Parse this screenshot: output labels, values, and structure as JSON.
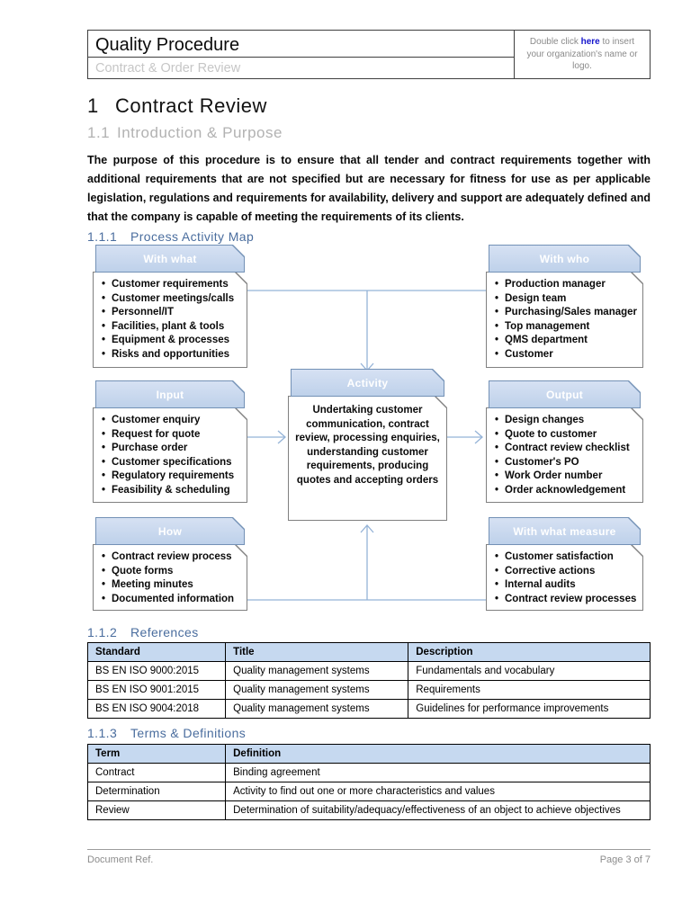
{
  "header": {
    "title": "Quality Procedure",
    "subtitle": "Contract & Order Review",
    "logo_hint_prefix": "Double click ",
    "logo_hint_link": "here",
    "logo_hint_suffix": " to insert your organization's name or logo."
  },
  "headings": {
    "h1_number": "1",
    "h1_text": "Contract Review",
    "h2_number": "1.1",
    "h2_text": "Introduction & Purpose",
    "map_number": "1.1.1",
    "map_text": "Process Activity Map",
    "refs_number": "1.1.2",
    "refs_text": "References",
    "terms_number": "1.1.3",
    "terms_text": "Terms & Definitions"
  },
  "intro_paragraph": "The purpose of this procedure is to ensure that all tender and contract requirements together with additional requirements that are not specified but are necessary for fitness for use as per applicable legislation, regulations and requirements for availability, delivery and support are adequately defined and that the company is capable of meeting the requirements of its clients.",
  "diagram": {
    "boxes": [
      {
        "title": "With what",
        "items": [
          "Customer requirements",
          "Customer meetings/calls",
          "Personnel/IT",
          "Facilities, plant & tools",
          "Equipment & processes",
          "Risks and opportunities"
        ]
      },
      {
        "title": "With who",
        "items": [
          "Production manager",
          "Design team",
          "Purchasing/Sales manager",
          "Top management",
          "QMS department",
          "Customer"
        ]
      },
      {
        "title": "Input",
        "items": [
          "Customer enquiry",
          "Request for quote",
          "Purchase order",
          "Customer specifications",
          "Regulatory requirements",
          "Feasibility & scheduling"
        ]
      },
      {
        "title": "Activity",
        "text": "Undertaking customer communication, contract review, processing enquiries, understanding customer requirements, producing quotes and accepting orders"
      },
      {
        "title": "Output",
        "items": [
          "Design changes",
          "Quote to customer",
          "Contract review checklist",
          "Customer's PO",
          "Work Order number",
          "Order acknowledgement"
        ]
      },
      {
        "title": "How",
        "items": [
          "Contract review process",
          "Quote forms",
          "Meeting minutes",
          "Documented information"
        ]
      },
      {
        "title": "With what measure",
        "items": [
          "Customer satisfaction",
          "Corrective actions",
          "Internal audits",
          "Contract review processes"
        ]
      }
    ]
  },
  "references_table": {
    "headers": [
      "Standard",
      "Title",
      "Description"
    ],
    "rows": [
      [
        "BS EN ISO 9000:2015",
        "Quality management systems",
        "Fundamentals and vocabulary"
      ],
      [
        "BS EN ISO 9001:2015",
        "Quality management systems",
        "Requirements"
      ],
      [
        "BS EN ISO 9004:2018",
        "Quality management systems",
        "Guidelines for performance improvements"
      ]
    ]
  },
  "terms_table": {
    "headers": [
      "Term",
      "Definition"
    ],
    "rows": [
      [
        "Contract",
        "Binding agreement"
      ],
      [
        "Determination",
        "Activity to find out one or more characteristics and values"
      ],
      [
        "Review",
        "Determination of suitability/adequacy/effectiveness of an object to achieve objectives"
      ]
    ]
  },
  "footer": {
    "left": "Document Ref.",
    "right": "Page 3 of 7"
  },
  "colors": {
    "accent_heading_blue": "#4a6d9e",
    "table_header_fill": "#c6d9f0",
    "box_header_fill": "#c6d7ee",
    "connector_blue": "#95b3d7",
    "link_blue": "#1414cc"
  }
}
